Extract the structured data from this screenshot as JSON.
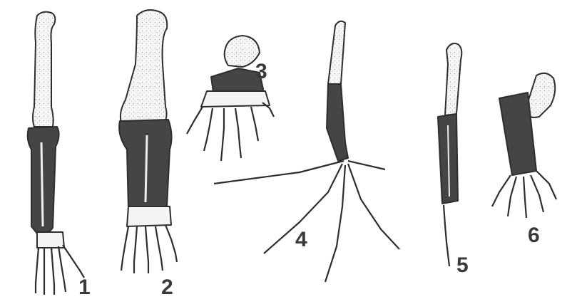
{
  "figure": {
    "labels": [
      "1",
      "2",
      "3",
      "4",
      "5",
      "6"
    ],
    "colors": {
      "ink": "#2e2e2e",
      "dark_bone": "#454545",
      "light_bone": "#f4f4f4",
      "paper": "#ffffff"
    },
    "specimens": [
      {
        "label": "1",
        "icon": "long-forelimb-bones"
      },
      {
        "label": "2",
        "icon": "stout-forelimb-bones"
      },
      {
        "label": "3",
        "icon": "short-paw-bones"
      },
      {
        "label": "4",
        "icon": "bird-leg-bones"
      },
      {
        "label": "5",
        "icon": "slender-limb-bones"
      },
      {
        "label": "6",
        "icon": "clawed-limb-bones"
      }
    ]
  }
}
